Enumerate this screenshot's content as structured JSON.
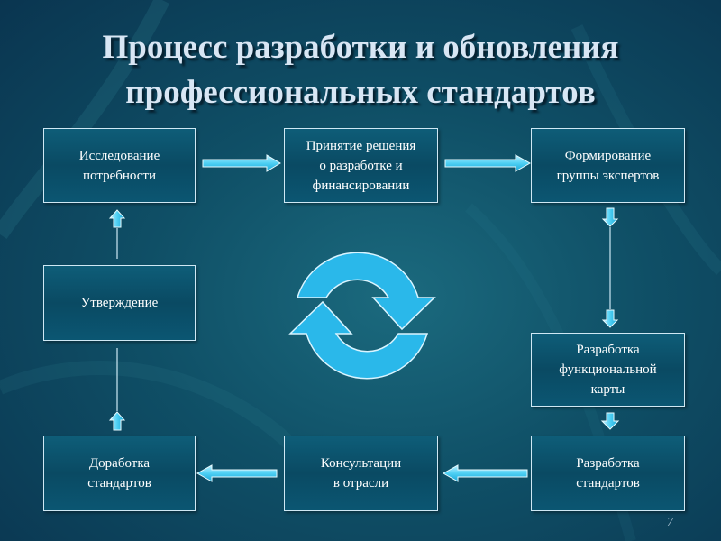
{
  "slide": {
    "title": "Процесс разработки и обновления профессиональных стандартов",
    "page_number": "7"
  },
  "diagram": {
    "nodes": [
      {
        "id": "research",
        "label": "Исследование потребности"
      },
      {
        "id": "decision",
        "label": "Принятие решения\nо разработке и\nфинансировании"
      },
      {
        "id": "experts",
        "label": "Формирование\nгруппы экспертов"
      },
      {
        "id": "func_map",
        "label": "Разработка\nфункциональной\nкарты"
      },
      {
        "id": "develop",
        "label": "Разработка\nстандартов"
      },
      {
        "id": "consult",
        "label": "Консультации\nв отрасли"
      },
      {
        "id": "revise",
        "label": "Доработка\nстандартов"
      },
      {
        "id": "approve",
        "label": "Утверждение"
      }
    ],
    "edges": [
      [
        "research",
        "decision"
      ],
      [
        "decision",
        "experts"
      ],
      [
        "experts",
        "func_map"
      ],
      [
        "func_map",
        "develop"
      ],
      [
        "develop",
        "consult"
      ],
      [
        "consult",
        "revise"
      ],
      [
        "revise",
        "approve"
      ],
      [
        "approve",
        "research"
      ]
    ],
    "center_symbol": "cycle-arrows-icon"
  },
  "colors": {
    "background": "#0f4f66",
    "box_fill": "#0a4a63",
    "box_border": "#cfe8f4",
    "arrow_fill": "#22c2ee",
    "title_text": "#d8e6f4"
  }
}
